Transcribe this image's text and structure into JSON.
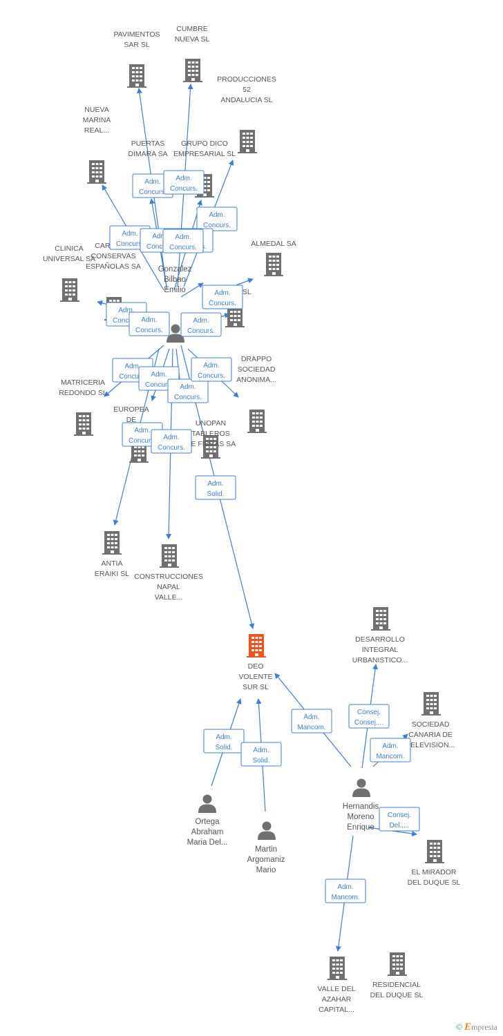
{
  "colors": {
    "edge": "#3b7fd6",
    "node": "#707070",
    "focus": "#f0541e",
    "label": "#555555"
  },
  "companies": [
    {
      "id": "pavimentos",
      "label": [
        "PAVIMENTOS",
        "SAR SL"
      ],
      "icon": "building-icon"
    },
    {
      "id": "cumbre",
      "label": [
        "CUMBRE",
        "NUEVA SL"
      ],
      "icon": "building-icon"
    },
    {
      "id": "producciones",
      "label": [
        "PRODUCCIONES",
        "52",
        "ANDALUCIA SL"
      ],
      "icon": "building-icon"
    },
    {
      "id": "nueva_marina",
      "label": [
        "NUEVA",
        "MARINA",
        "REAL..."
      ],
      "icon": "building-icon"
    },
    {
      "id": "puertas",
      "label": [
        "PUERTAS",
        "DIMARA SA"
      ],
      "icon": "building-icon"
    },
    {
      "id": "grupo_dico",
      "label": [
        "GRUPO DICO",
        "EMPRESARIAL SL"
      ],
      "icon": "building-icon"
    },
    {
      "id": "almedal",
      "label": [
        "ALMEDAL SA"
      ],
      "icon": "building-icon"
    },
    {
      "id": "clinica",
      "label": [
        "CLINICA",
        "UNIVERSAL SA"
      ],
      "icon": "building-icon"
    },
    {
      "id": "carnes",
      "label": [
        "CARNES Y",
        "CONSERVAS",
        "ESPAÑOLAS SA"
      ],
      "icon": "building-icon"
    },
    {
      "id": "hidden_r",
      "label": [
        "R SL"
      ],
      "icon": "building-icon"
    },
    {
      "id": "matriceria",
      "label": [
        "MATRICERIA",
        "REDONDO SL"
      ],
      "icon": "building-icon"
    },
    {
      "id": "drappo",
      "label": [
        "DRAPPO",
        "SOCIEDAD",
        "ANONIMA..."
      ],
      "icon": "building-icon"
    },
    {
      "id": "europea",
      "label": [
        "EUROPEA",
        "DE"
      ],
      "icon": "building-icon"
    },
    {
      "id": "unopan",
      "label": [
        "UNOPAN",
        "TABLEROS",
        "DE FIBRAS SA"
      ],
      "icon": "building-icon"
    },
    {
      "id": "antia",
      "label": [
        "ANTIA",
        "ERAIKI SL"
      ],
      "icon": "building-icon"
    },
    {
      "id": "construcciones",
      "label": [
        "CONSTRUCCIONES",
        "NAPAL",
        "VALLE..."
      ],
      "icon": "building-icon"
    },
    {
      "id": "deo",
      "label": [
        "DEO",
        "VOLENTE",
        "SUR SL"
      ],
      "icon": "building-icon",
      "focus": true
    },
    {
      "id": "desarrollo",
      "label": [
        "DESARROLLO",
        "INTEGRAL",
        "URBANISTICO..."
      ],
      "icon": "building-icon"
    },
    {
      "id": "canaria",
      "label": [
        "SOCIEDAD",
        "CANARIA DE",
        "TELEVISION..."
      ],
      "icon": "building-icon"
    },
    {
      "id": "mirador",
      "label": [
        "EL MIRADOR",
        "DEL DUQUE SL"
      ],
      "icon": "building-icon"
    },
    {
      "id": "valle_azahar",
      "label": [
        "VALLE DEL",
        "AZAHAR",
        "CAPITAL..."
      ],
      "icon": "building-icon"
    },
    {
      "id": "residencial",
      "label": [
        "RESIDENCIAL",
        "DEL DUQUE SL"
      ],
      "icon": "building-icon"
    }
  ],
  "people": [
    {
      "id": "gonzalez",
      "label": [
        "Gonzalez",
        "Bilbao",
        "Emilio"
      ],
      "icon": "person-icon"
    },
    {
      "id": "hernandis",
      "label": [
        "Hernandis",
        "Moreno",
        "Enrique"
      ],
      "icon": "person-icon"
    },
    {
      "id": "ortega",
      "label": [
        "Ortega",
        "Abraham",
        "Maria Del..."
      ],
      "icon": "person-icon"
    },
    {
      "id": "martin",
      "label": [
        "Martin",
        "Argomaniz",
        "Mario"
      ],
      "icon": "person-icon"
    }
  ],
  "edges": [
    {
      "role": [
        "Adm.",
        "Concurs."
      ]
    },
    {
      "role": [
        "Adm.",
        "Concurs."
      ]
    },
    {
      "role": [
        "Adm.",
        "Concurs."
      ]
    },
    {
      "role": [
        "Adm.",
        "Concurs."
      ]
    },
    {
      "role": [
        "Adm.",
        "Concurs."
      ]
    },
    {
      "role": [
        "Adm.",
        "Concurs."
      ]
    },
    {
      "role": [
        "Adm.",
        "Concurs."
      ]
    },
    {
      "role": [
        "Adm.",
        "Concurs."
      ]
    },
    {
      "role": [
        "Adm.",
        "Concurs."
      ]
    },
    {
      "role": [
        "Adm.",
        "Concurs."
      ]
    },
    {
      "role": [
        "Adm.",
        "Concurs."
      ]
    },
    {
      "role": [
        "Adm.",
        "Concurs."
      ]
    },
    {
      "role": [
        "Adm.",
        "Concurs."
      ]
    },
    {
      "role": [
        "Adm.",
        "Concurs."
      ]
    },
    {
      "role": [
        "Adm.",
        "Concurs."
      ]
    },
    {
      "role": [
        "Adm.",
        "Concurs."
      ]
    },
    {
      "role": [
        "Adm.",
        "Concurs."
      ]
    },
    {
      "role": [
        "Adm.",
        "Solid."
      ]
    },
    {
      "role": [
        "Adm.",
        "Solid."
      ]
    },
    {
      "role": [
        "Adm.",
        "Solid."
      ]
    },
    {
      "role": [
        "Adm.",
        "Mancom."
      ]
    },
    {
      "role": [
        "Consej.",
        "Consej...."
      ]
    },
    {
      "role": [
        "Adm.",
        "Mancom."
      ]
    },
    {
      "role": [
        "Consej.",
        "Del.,..."
      ]
    },
    {
      "role": [
        "Adm.",
        "Mancom."
      ]
    }
  ],
  "watermark": {
    "copyright": "©",
    "brand_initial": "E",
    "brand_rest": "mpresia"
  }
}
